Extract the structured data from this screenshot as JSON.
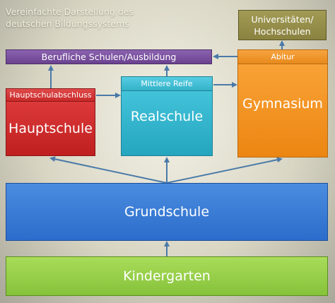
{
  "title": "Vereinfachte Darstellung des deutschen Bildungssystems",
  "boxes": {
    "universitaeten": "Universitäten/ Hochschulen",
    "berufliche_schulen": "Berufliche Schulen/Ausbildung",
    "abitur": "Abitur",
    "gymnasium": "Gymnasium",
    "hauptschulabschluss": "Hauptschulabschluss",
    "hauptschule": "Hauptschule",
    "mittlere_reife": "Mittlere Reife",
    "realschule": "Realschule",
    "grundschule": "Grundschule",
    "kindergarten": "Kindergarten"
  },
  "colors": {
    "hauptschule": "#c92a2a",
    "realschule": "#34b2c9",
    "gymnasium": "#ec8612",
    "berufliche_schulen": "#6a428f",
    "universitaeten": "#8a8240",
    "grundschule": "#2c6ccb",
    "kindergarten": "#86c23a",
    "arrow": "#4a7aa8"
  }
}
